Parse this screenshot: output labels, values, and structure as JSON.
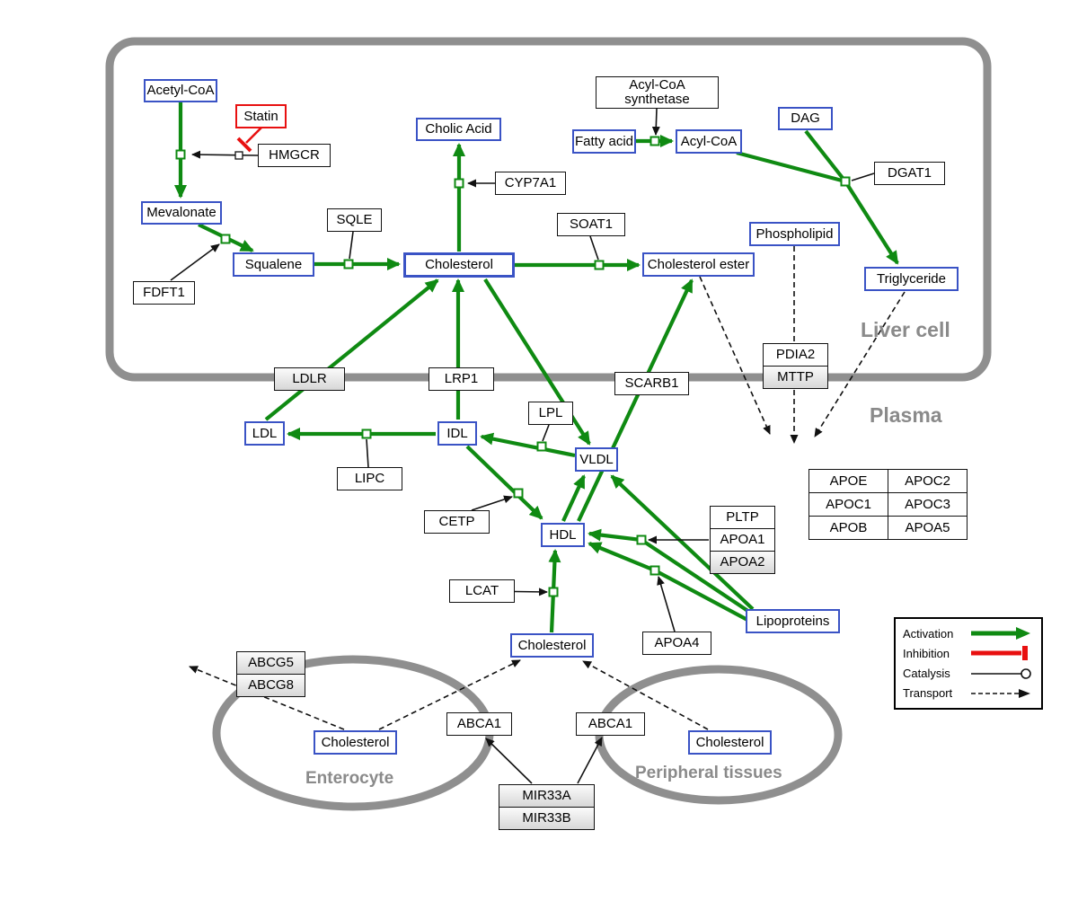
{
  "compartments": {
    "liver": "Liver cell",
    "plasma": "Plasma",
    "enterocyte": "Enterocyte",
    "peripheral": "Peripheral tissues"
  },
  "nodes": {
    "acetyl_coa": "Acetyl-CoA",
    "statin": "Statin",
    "hmgcr": "HMGCR",
    "mevalonate": "Mevalonate",
    "fdft1": "FDFT1",
    "squalene": "Squalene",
    "sqle": "SQLE",
    "cholesterol_liver": "Cholesterol",
    "cholic_acid": "Cholic Acid",
    "cyp7a1": "CYP7A1",
    "soat1": "SOAT1",
    "cholesterol_ester": "Cholesterol ester",
    "fatty_acid": "Fatty acid",
    "acyl_coa": "Acyl-CoA",
    "acyl_coa_synthetase_line1": "Acyl-CoA",
    "acyl_coa_synthetase_line2": "synthetase",
    "dag": "DAG",
    "dgat1": "DGAT1",
    "phospholipid": "Phospholipid",
    "triglyceride": "Triglyceride",
    "pdia2": "PDIA2",
    "mttp": "MTTP",
    "ldlr": "LDLR",
    "lrp1": "LRP1",
    "scarb1": "SCARB1",
    "ldl": "LDL",
    "idl": "IDL",
    "vldl": "VLDL",
    "hdl": "HDL",
    "lpl": "LPL",
    "lipc": "LIPC",
    "cetp": "CETP",
    "lcat": "LCAT",
    "pltp": "PLTP",
    "apoa1": "APOA1",
    "apoa2": "APOA2",
    "apoa4": "APOA4",
    "lipoproteins": "Lipoproteins",
    "cholesterol_plasma": "Cholesterol",
    "cholesterol_enterocyte": "Cholesterol",
    "cholesterol_peripheral": "Cholesterol",
    "abcg5": "ABCG5",
    "abcg8": "ABCG8",
    "abca1_left": "ABCA1",
    "abca1_right": "ABCA1",
    "mir33a": "MIR33A",
    "mir33b": "MIR33B"
  },
  "apo_table": {
    "rows": [
      [
        "APOE",
        "APOC2"
      ],
      [
        "APOC1",
        "APOC3"
      ],
      [
        "APOB",
        "APOA5"
      ]
    ]
  },
  "legend": {
    "activation": "Activation",
    "inhibition": "Inhibition",
    "catalysis": "Catalysis",
    "transport": "Transport"
  },
  "colors": {
    "activation_green": "#0f8a12",
    "inhibition_red": "#e81010",
    "metabolite_border_blue": "#3a53c5",
    "compartment_gray": "#8f8f8f"
  }
}
